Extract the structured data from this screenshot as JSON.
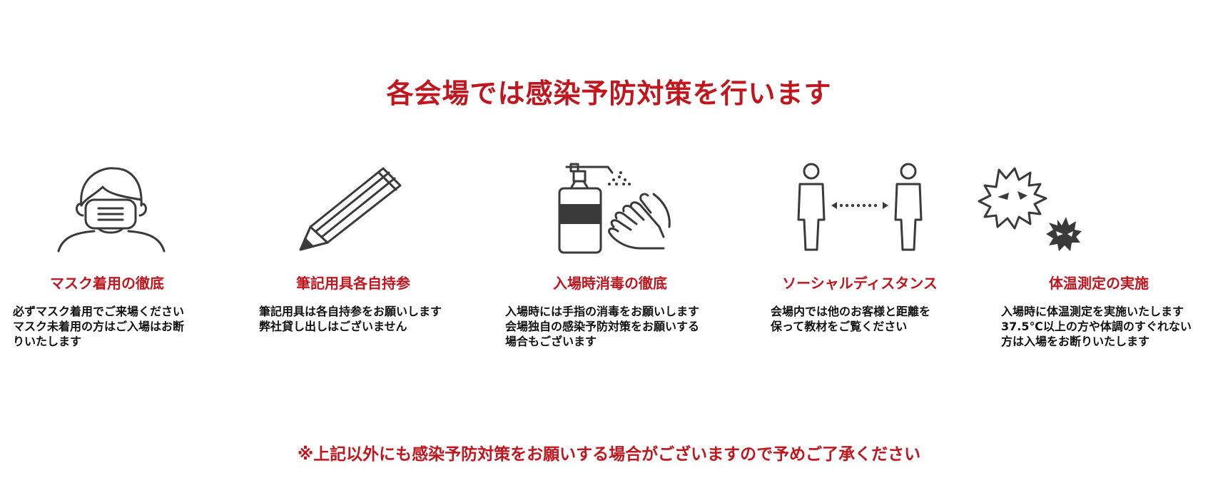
{
  "title": "各会場では感染予防対策を行います",
  "items": [
    {
      "icon": "face-mask-icon",
      "title": "マスク着用の徹底",
      "lines": [
        "必ずマスク着用でご来場ください",
        "マスク未着用の方はご入場はお断",
        "りいたします"
      ]
    },
    {
      "icon": "pencil-icon",
      "title": "筆記用具各自持参",
      "lines": [
        "筆記用具は各自持参をお願いします",
        "弊社貸し出しはございません"
      ]
    },
    {
      "icon": "hand-sanitizer-icon",
      "title": "入場時消毒の徹底",
      "lines": [
        "入場時には手指の消毒をお願いします",
        "会場独自の感染予防対策をお願いする",
        "場合もございます"
      ]
    },
    {
      "icon": "social-distance-icon",
      "title": "ソーシャルディスタンス",
      "lines": [
        "会場内では他のお客様と距離を",
        "保って教材をご覧ください"
      ]
    },
    {
      "icon": "virus-icon",
      "title": "体温測定の実施",
      "lines": [
        "入場時に体温測定を実施いたします",
        "37.5℃以上の方や体調のすぐれない",
        "方は入場をお断りいたします"
      ]
    }
  ],
  "footnote": "※上記以外にも感染予防対策をお願いする場合がございますので予めご了承ください",
  "colors": {
    "accent": "#c0161e",
    "icon": "#3a3a3a",
    "text": "#111111"
  }
}
